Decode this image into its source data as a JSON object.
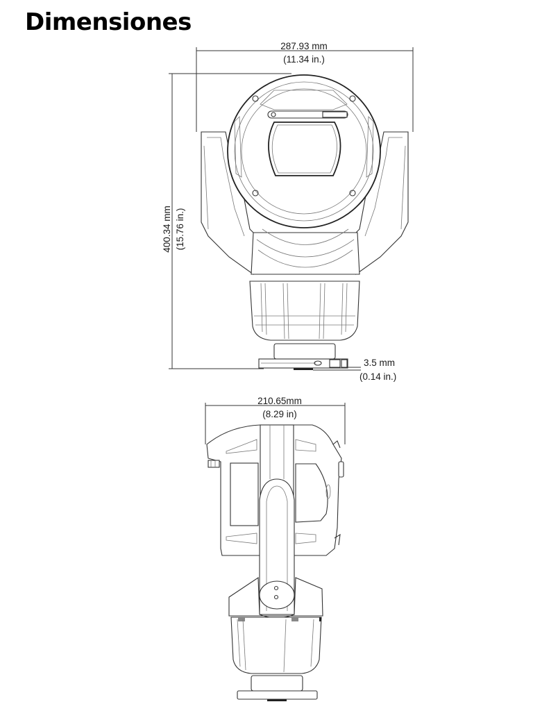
{
  "page": {
    "title": "Dimensiones"
  },
  "front_view": {
    "width_dimension": {
      "mm": "287.93 mm",
      "in": "(11.34 in.)"
    },
    "height_dimension": {
      "mm": "400.34 mm",
      "in": "(15.76 in.)"
    },
    "base_offset_dimension": {
      "mm": "3.5 mm",
      "in": "(0.14 in.)"
    }
  },
  "side_view": {
    "width_dimension": {
      "mm": "210.65mm",
      "in": "(8.29 in)"
    }
  },
  "colors": {
    "line": "#333333",
    "background": "#ffffff",
    "title": "#000000"
  }
}
